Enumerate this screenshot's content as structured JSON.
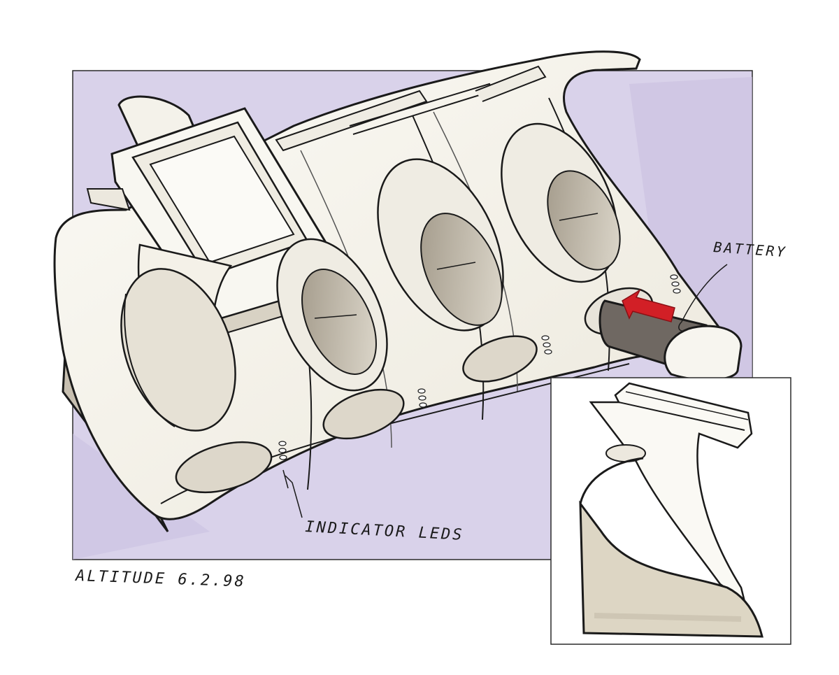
{
  "annotations": {
    "battery_label": "BATTERY",
    "leds_label": "INDICATOR LEDS",
    "signature": "ALTITUDE 6.2.98"
  },
  "colors": {
    "background_panel": "#d9d2ea",
    "body_fill": "#f6f4ec",
    "shadow": "#cfc8b8",
    "deep_shadow": "#b5ac9c",
    "battery": "#6f6862",
    "arrow": "#d21f26",
    "ink": "#1a1a1a"
  }
}
